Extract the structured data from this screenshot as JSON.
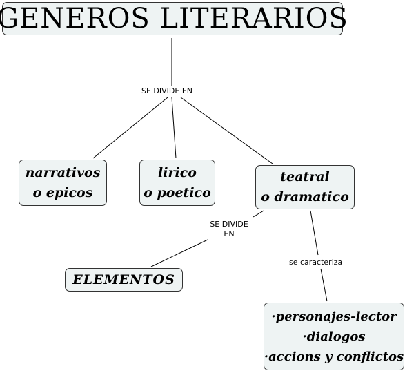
{
  "title": "GENEROS LITERARIOS",
  "nodes": {
    "narrativos": [
      "narrativos",
      "o epicos"
    ],
    "lirico": [
      "lirico",
      "o poetico"
    ],
    "teatral": [
      "teatral",
      "o dramatico"
    ],
    "elementos": "ELEMENTOS",
    "personajes": [
      "·personajes-lector",
      "·dialogos",
      "·accions y conflictos"
    ]
  },
  "links": {
    "divide1": "SE DIVIDE EN",
    "divide2": "SE DIVIDE EN",
    "caracteriza": "se caracteriza"
  },
  "colors": {
    "node_fill": "#eef3f3",
    "border": "#333333",
    "line": "#000000"
  }
}
